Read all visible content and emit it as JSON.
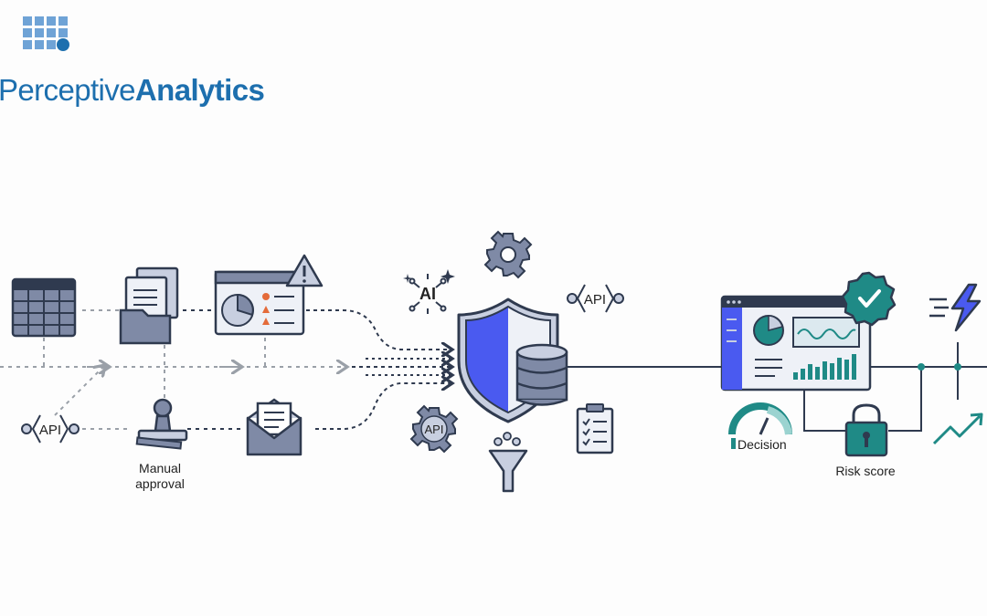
{
  "brand": {
    "name_light": "Perceptive",
    "name_bold": "Analytics",
    "color": "#1d6fae",
    "logo_icon": "grid-dot-logo"
  },
  "labels": {
    "api_left": "API",
    "manual_approval_line1": "Manual",
    "manual_approval_line2": "approval",
    "ai": "AI",
    "api_top": "API",
    "api_gear": "API",
    "decision": "Decision",
    "risk_score": "Risk score"
  },
  "colors": {
    "navy": "#2f3a4f",
    "slate": "#7f8aa6",
    "light_slate": "#c8cfe0",
    "accent_blue": "#4a5af0",
    "teal": "#1f8a86",
    "warning_orange": "#e46b3a",
    "dashed_gray": "#9aa0a8"
  },
  "icons": [
    "spreadsheet-icon",
    "documents-folder-icon",
    "report-window-icon",
    "warning-icon",
    "api-icon",
    "stamp-icon",
    "mail-icon",
    "ai-sparkle-icon",
    "gear-icon",
    "api-gear-icon",
    "shield-database-icon",
    "filter-funnel-icon",
    "checklist-icon",
    "dashboard-window-icon",
    "check-badge-icon",
    "gauge-icon",
    "lock-icon",
    "lightning-icon",
    "trend-up-icon"
  ]
}
